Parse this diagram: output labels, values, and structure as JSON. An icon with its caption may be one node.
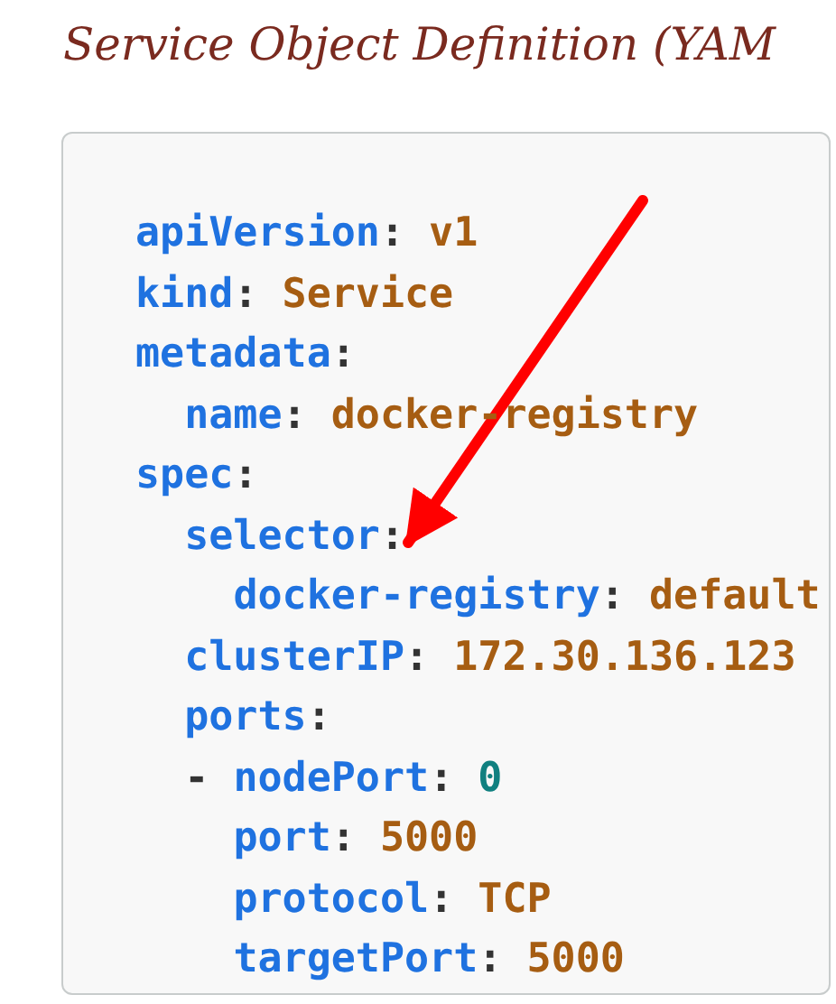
{
  "diagram": {
    "title": "Service Object Definition (YAM",
    "nodes": [
      {
        "text": [
          "apiVersion: v1",
          "kind: Service",
          "metadata:",
          "name: docker-registry",
          "spec:",
          "docker-registry: default",
          "clusterIP: 172.30.136.123",
          "ports:",
          "- nodePort: 0",
          "port: 5000",
          "protocol: TCP",
          "targetPort: 5000"
        ]
      },
      {
        "text": [
          "selector:"
        ],
        "in": 0
      }
    ],
    "edges": [
      {
        "from": null,
        "to": 1,
        "arrow": "to",
        "color": "#ff0000"
      }
    ]
  }
}
